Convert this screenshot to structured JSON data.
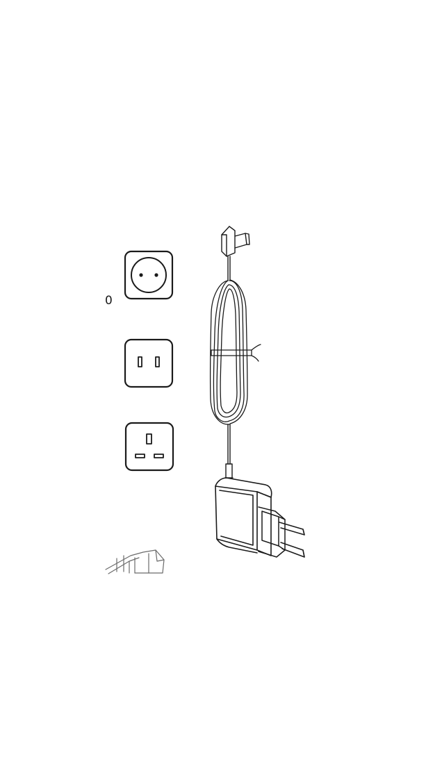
{
  "figure": {
    "label": "0",
    "colors": {
      "ink": "#1a1a1a",
      "background": "#ffffff",
      "light_ink": "#9a9a9a"
    },
    "sockets": [
      {
        "name": "eu-round-socket-icon",
        "type": "two round pin socket"
      },
      {
        "name": "us-flat-socket-icon",
        "type": "two flat pin socket"
      },
      {
        "name": "uk-socket-icon",
        "type": "three rectangular pin socket"
      }
    ],
    "adapter": {
      "name": "power-adapter-illustration"
    },
    "fragment": {
      "name": "partial-plug-drawing"
    }
  }
}
